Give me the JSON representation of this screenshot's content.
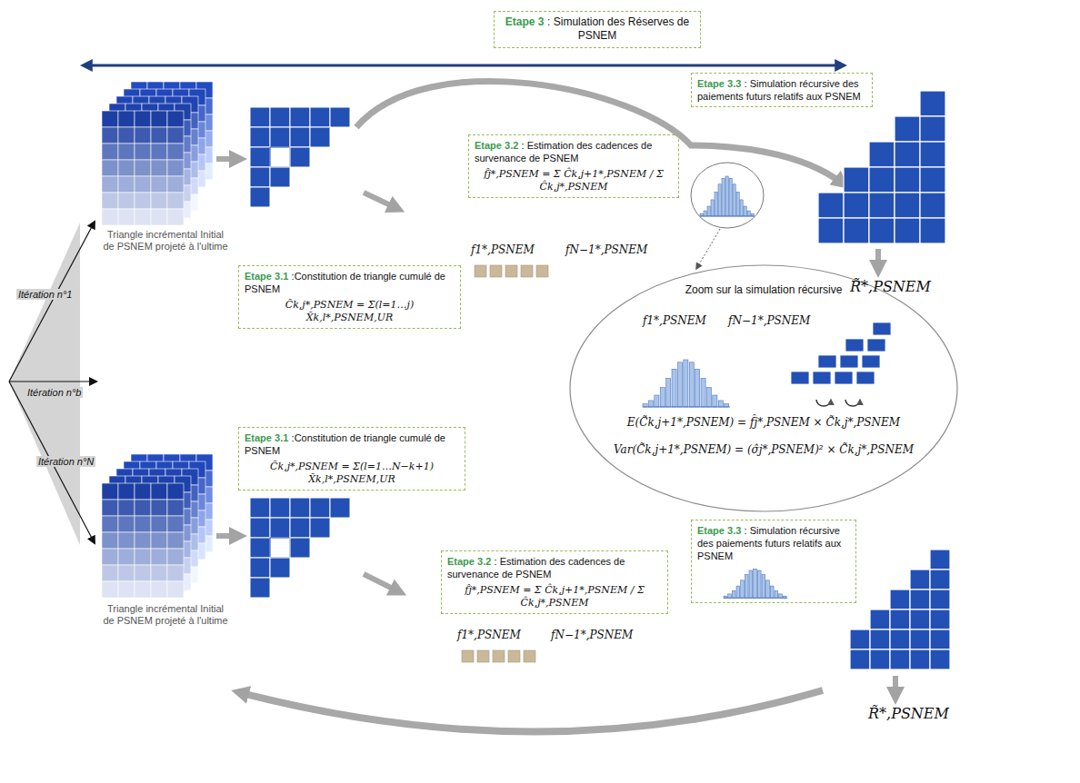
{
  "diagram": {
    "nodes": [
      {
        "text": [
          "Etape 3",
          ": Simulation des Réserves de PSNEM"
        ]
      },
      {
        "text": [
          "Etape 3.3",
          ": Simulation récursive des paiements futurs relatifs aux PSNEM"
        ]
      },
      {
        "text": [
          "Etape 3.2",
          ": Estimation des cadences de survenance de PSNEM",
          "f̂j*,PSNEM = Σ Ĉk,j+1*,PSNEM / Σ Ĉk,j*,PSNEM"
        ]
      },
      {
        "text": [
          "Etape 3.1",
          ":Constitution de triangle cumulé de PSNEM",
          "C̃k,j*,PSNEM = Σ(l=1…j) X̃k,l*,PSNEM,UR"
        ]
      },
      {
        "text": [
          "Zoom sur la simulation récursive",
          "f1*,PSNEM",
          "fN−1*,PSNEM",
          "E(C̃k,j+1*,PSNEM) = f̂j*,PSNEM × C̃k,j*,PSNEM",
          "Var(C̃k,j+1*,PSNEM) = (σ̂j*,PSNEM)² × C̃k,j*,PSNEM"
        ]
      },
      {
        "text": [
          "Etape 3.1",
          ":Constitution de triangle cumulé de PSNEM",
          "C̃k,j*,PSNEM = Σ(l=1…N−k+1) X̃k,l*,PSNEM,UR"
        ]
      },
      {
        "text": [
          "Etape 3.3",
          ": Simulation récursive des paiements futurs relatifs aux PSNEM"
        ]
      },
      {
        "text": [
          "Etape 3.2",
          ": Estimation des cadences de survenance de PSNEM",
          "f̂j*,PSNEM = Σ Ĉk,j+1*,PSNEM / Σ Ĉk,j*,PSNEM"
        ]
      }
    ],
    "labels": [
      "Triangle incrémental Initial de PSNEM projeté à l'ultime",
      "Itération n°1",
      "Itération n°b",
      "Itération n°N",
      "f1*,PSNEM",
      "fN−1*,PSNEM",
      "R̃*,PSNEM",
      "Triangle incrémental Initial de PSNEM projeté à l'ultime",
      "f1*,PSNEM",
      "fN−1*,PSNEM",
      "R̃*,PSNEM"
    ]
  }
}
